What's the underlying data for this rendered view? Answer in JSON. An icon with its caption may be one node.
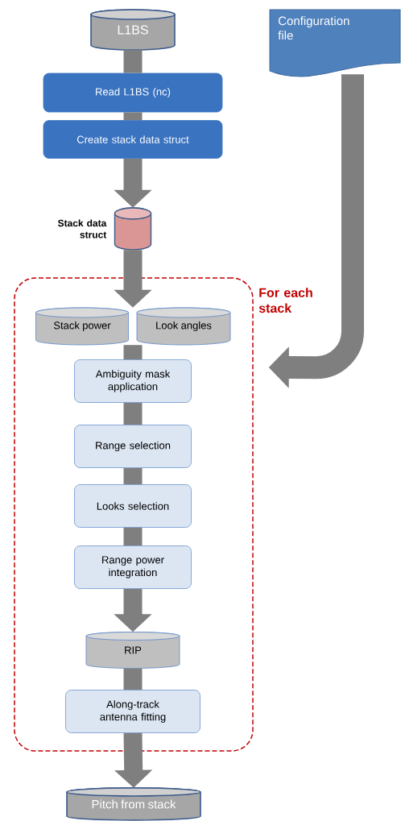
{
  "diagram": {
    "nodes": [
      {
        "text": [
          "L1BS"
        ]
      },
      {
        "text": [
          "Read L1BS (nc)"
        ]
      },
      {
        "text": [
          "Create stack data struct"
        ]
      },
      {
        "text": [],
        "shape": "cylinder",
        "beside": [
          "Stack data struct"
        ]
      },
      {
        "text": [
          "For each stack"
        ]
      },
      {
        "text": [
          "Stack power"
        ],
        "in": 4
      },
      {
        "text": [
          "Look angles"
        ],
        "in": 4
      },
      {
        "text": [
          "Ambiguity mask application"
        ],
        "in": 4
      },
      {
        "text": [
          "Range selection"
        ],
        "in": 4
      },
      {
        "text": [
          "Looks selection"
        ],
        "in": 4
      },
      {
        "text": [
          "Range power integration"
        ],
        "in": 4
      },
      {
        "text": [
          "RIP"
        ],
        "in": 4
      },
      {
        "text": [
          "Along-track antenna fitting"
        ],
        "in": 4
      },
      {
        "text": [
          "Pitch from stack"
        ]
      },
      {
        "text": [
          "Configuration file"
        ]
      }
    ],
    "edges": [
      {
        "from": 0,
        "to": 1,
        "arrow": "none"
      },
      {
        "from": 1,
        "to": 2,
        "arrow": "none"
      },
      {
        "from": 2,
        "to": 3,
        "arrow": "to"
      },
      {
        "from": 3,
        "to": 5,
        "arrow": "to"
      },
      {
        "from": 3,
        "to": 6,
        "arrow": "to"
      },
      {
        "from": 5,
        "to": 7,
        "arrow": "none"
      },
      {
        "from": 6,
        "to": 7,
        "arrow": "none"
      },
      {
        "from": 7,
        "to": 8,
        "arrow": "none"
      },
      {
        "from": 8,
        "to": 9,
        "arrow": "none"
      },
      {
        "from": 9,
        "to": 10,
        "arrow": "none"
      },
      {
        "from": 10,
        "to": 11,
        "arrow": "to"
      },
      {
        "from": 11,
        "to": 12,
        "arrow": "none"
      },
      {
        "from": 12,
        "to": 13,
        "arrow": "to"
      },
      {
        "from": 14,
        "to": 4,
        "arrow": "to"
      }
    ]
  }
}
